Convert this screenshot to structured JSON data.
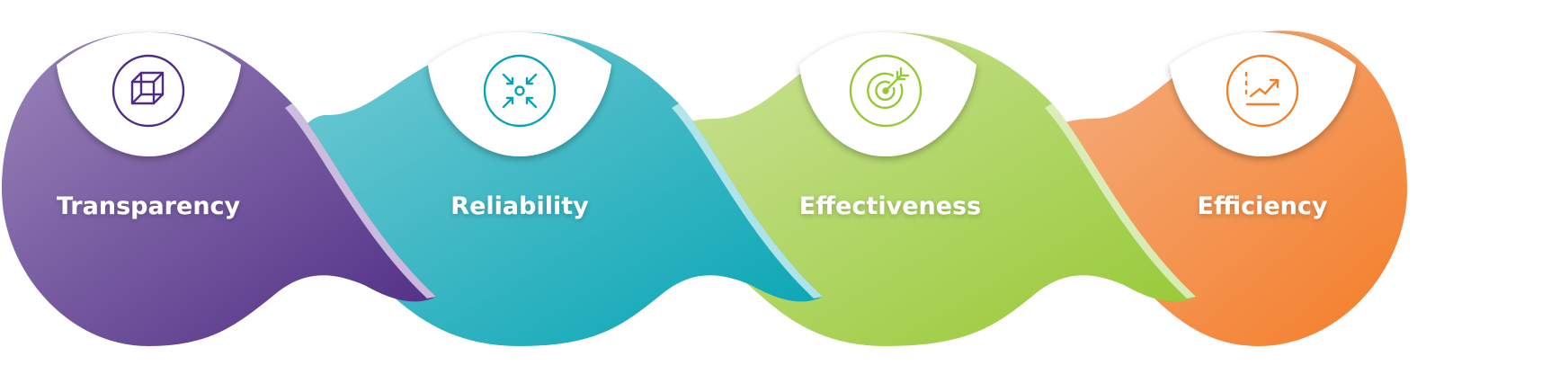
{
  "steps": [
    {
      "label": "Transparency",
      "icon": "cube-icon",
      "color_light": "#9b86ba",
      "color_dark": "#4e2b84"
    },
    {
      "label": "Reliability",
      "icon": "converge-arrows-icon",
      "color_light": "#74cbd4",
      "color_dark": "#05a4b4"
    },
    {
      "label": "Effectiveness",
      "icon": "target-icon",
      "color_light": "#cde39a",
      "color_dark": "#95c832"
    },
    {
      "label": "Efficiency",
      "icon": "trend-chart-icon",
      "color_light": "#f4b083",
      "color_dark": "#f47d28"
    }
  ]
}
